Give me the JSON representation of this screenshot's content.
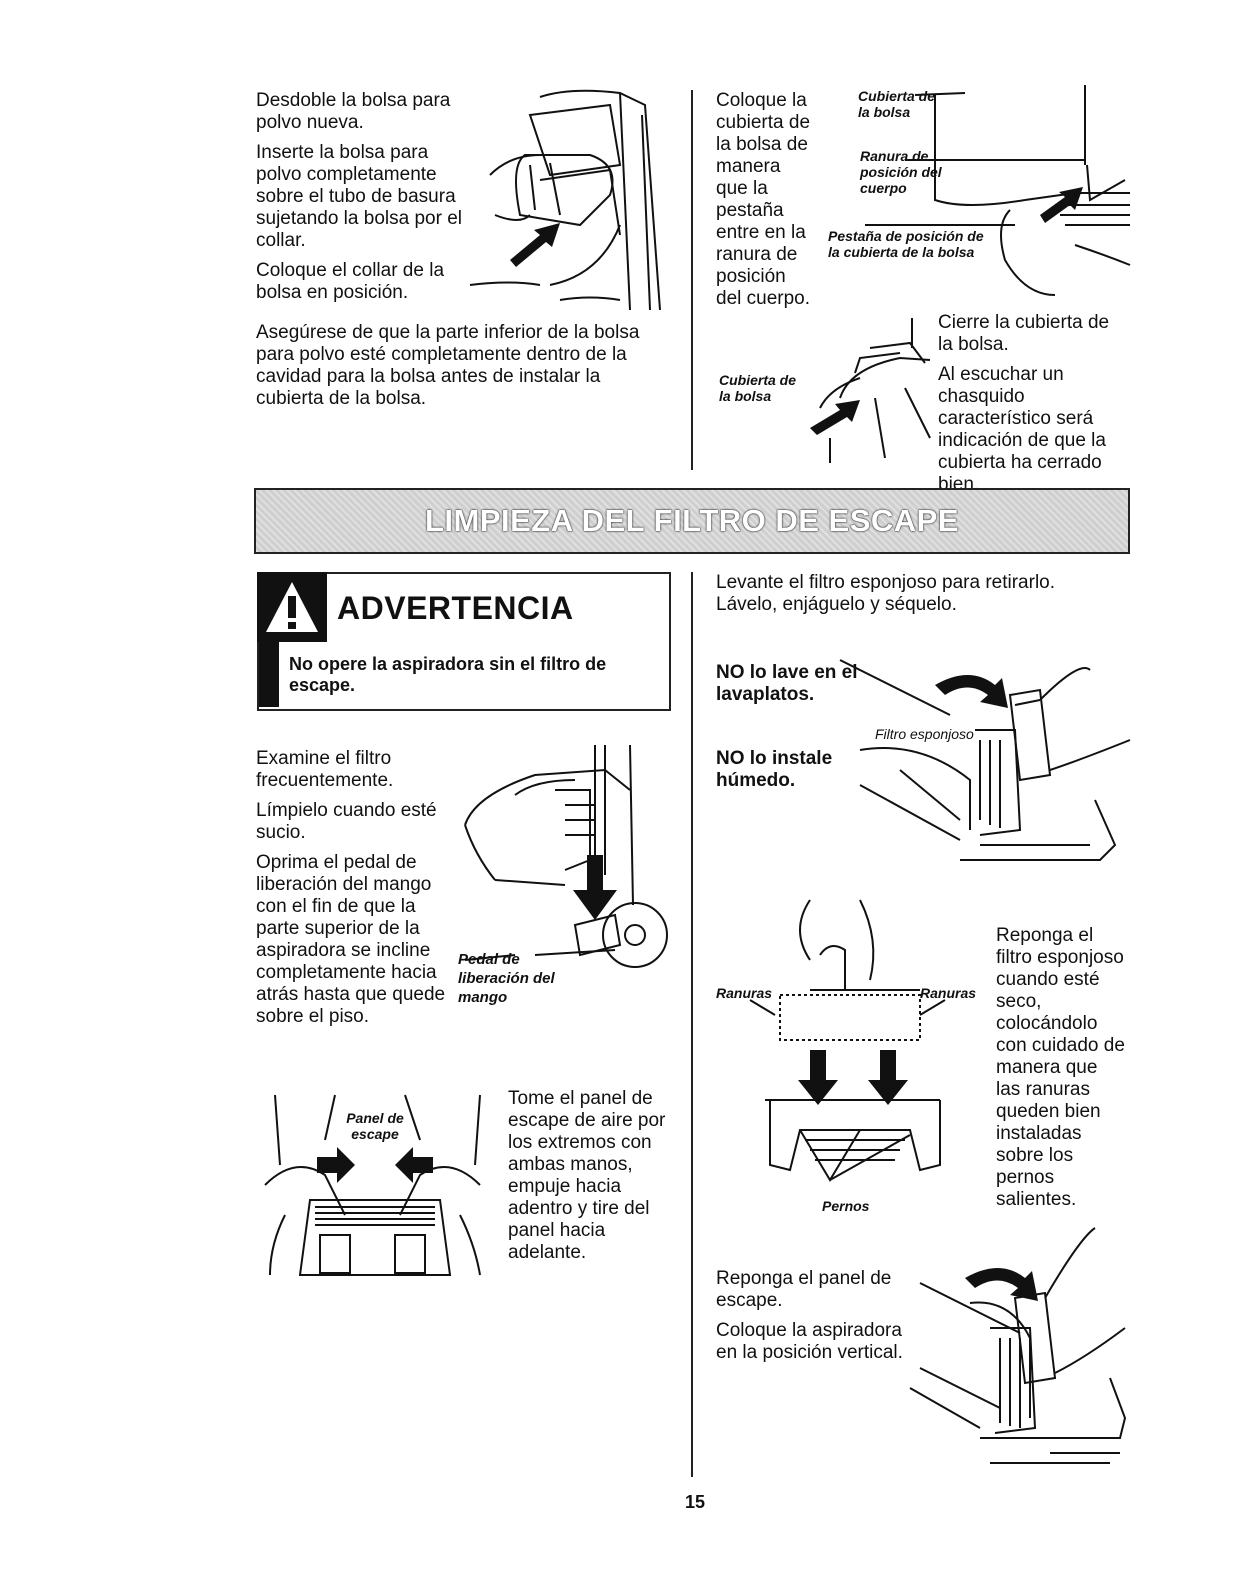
{
  "top_left": {
    "p1": "Desdoble la bolsa para polvo nueva.",
    "p2": "Inserte la bolsa para polvo completamente sobre el tubo de basura sujetando la bolsa por el collar.",
    "p3": "Coloque el collar de la bolsa en posición.",
    "p4": "Asegúrese de que la parte inferior de la bolsa para polvo esté completamente dentro de la cavidad para la bolsa antes de instalar la cubierta de la bolsa."
  },
  "top_right": {
    "p1": "Coloque la cubierta de la bolsa de manera que la pestaña entre en la ranura de posición del cuerpo.",
    "label_cover": "Cubierta de la bolsa",
    "label_slot": "Ranura de posición del cuerpo",
    "label_tab": "Pestaña de posición de la cubierta de la bolsa",
    "p2": "Cierre la cubierta de la bolsa.",
    "p3": "Al escuchar un chasquido característico será indicación de que la cubierta ha cerrado bien.",
    "label_cover2": "Cubierta de la bolsa"
  },
  "banner": {
    "title": "LIMPIEZA DEL FILTRO DE ESCAPE"
  },
  "warning": {
    "title": "ADVERTENCIA",
    "text": "No opere la aspiradora sin el filtro de escape."
  },
  "bottom_left": {
    "p1": "Examine el filtro frecuentemente.",
    "p2": "Límpielo cuando esté sucio.",
    "p3": "Oprima el pedal de liberación del mango con el fin de que la parte superior de la aspiradora se incline completamente hacia atrás hasta que quede sobre el piso.",
    "label_pedal": "Pedal de liberación del mango",
    "label_panel": "Panel de escape",
    "p4": "Tome el panel de escape de aire por los extremos con ambas manos, empuje hacia adentro y tire del panel hacia adelante."
  },
  "bottom_right": {
    "p1": "Levante el filtro esponjoso para retirarlo. Lávelo, enjáguelo y séquelo.",
    "no_wash": "NO lo lave en el lavaplatos.",
    "no_wet": "NO lo instale húmedo.",
    "label_filter": "Filtro esponjoso",
    "label_slots_left": "Ranuras",
    "label_slots_right": "Ranuras",
    "label_pins": "Pernos",
    "p2": "Reponga el filtro esponjoso cuando esté seco, colocándolo con cuidado de manera que las ranuras queden bien instaladas sobre los pernos salientes.",
    "p3": "Reponga el panel de escape.",
    "p4": "Coloque la aspiradora en la posición vertical."
  },
  "page_number": "15"
}
